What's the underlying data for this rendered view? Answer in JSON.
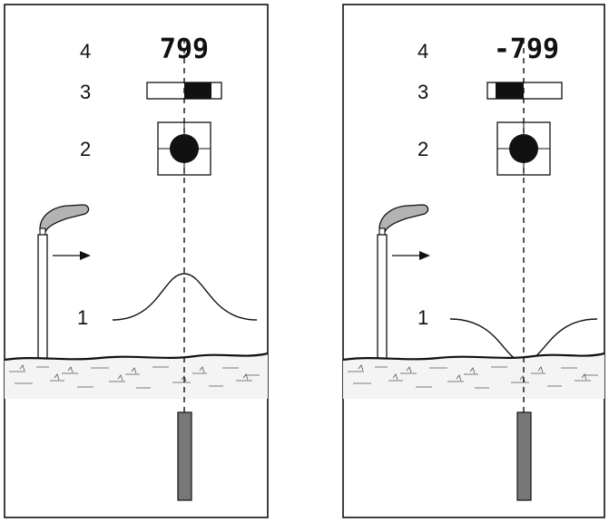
{
  "colors": {
    "stroke": "#111111",
    "fill_dark": "#111111",
    "rod": "#777777",
    "background": "#ffffff"
  },
  "panels": [
    {
      "id": "left",
      "readout": "799",
      "row_labels": {
        "r4": "4",
        "r3": "3",
        "r2": "2",
        "r1": "1"
      },
      "bar_indicator": "right",
      "signal_curve": "peak"
    },
    {
      "id": "right",
      "readout": "-799",
      "row_labels": {
        "r4": "4",
        "r3": "3",
        "r2": "2",
        "r1": "1"
      },
      "bar_indicator": "left",
      "signal_curve": "dip"
    }
  ],
  "icons": [
    "detector-probe-icon",
    "arrow-right-icon",
    "target-crosshair-icon",
    "buried-rod-icon"
  ]
}
